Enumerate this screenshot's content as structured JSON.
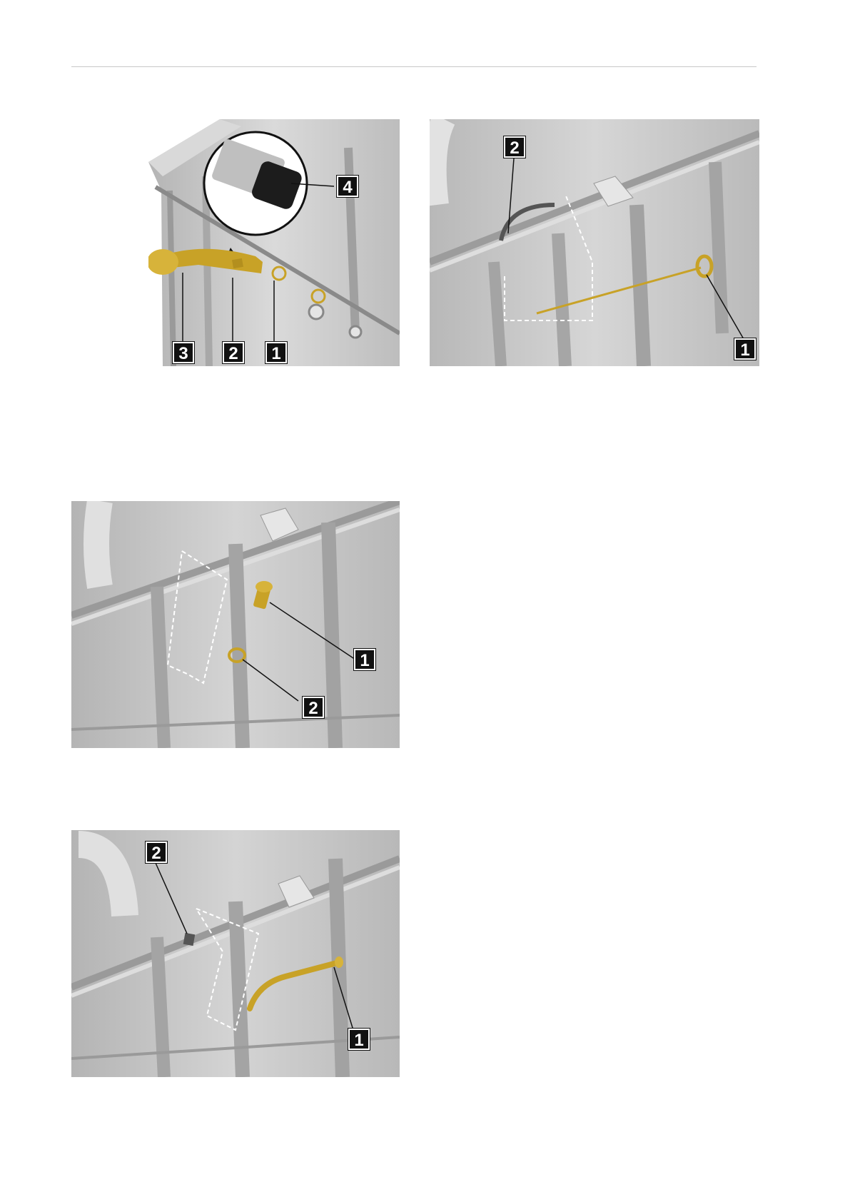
{
  "figures": [
    {
      "id": "fig1",
      "callouts": [
        "1",
        "2",
        "3",
        "4"
      ]
    },
    {
      "id": "fig2",
      "callouts": [
        "1",
        "2"
      ]
    },
    {
      "id": "fig3",
      "callouts": [
        "1",
        "2"
      ]
    },
    {
      "id": "fig4",
      "callouts": [
        "1",
        "2"
      ]
    }
  ],
  "colors": {
    "part_highlight": "#c8a227",
    "housing": "#c9c9c9",
    "callout_bg": "#111111"
  }
}
